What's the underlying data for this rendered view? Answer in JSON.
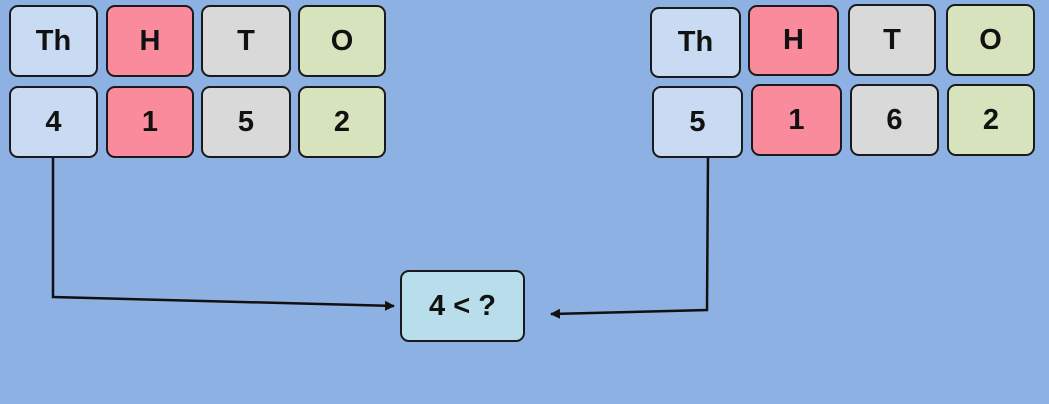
{
  "left_number": {
    "headers": [
      "Th",
      "H",
      "T",
      "O"
    ],
    "digits": [
      "4",
      "1",
      "5",
      "2"
    ]
  },
  "right_number": {
    "headers": [
      "Th",
      "H",
      "T",
      "O"
    ],
    "digits": [
      "5",
      "1",
      "6",
      "2"
    ]
  },
  "comparison": {
    "text": "4 < ?"
  },
  "colors": {
    "background": "#8db1e2",
    "thousands": "#c9dbf2",
    "hundreds": "#f98b9c",
    "tens": "#d9d9d9",
    "ones": "#d6e3bc",
    "comparison_box": "#b8deeb"
  }
}
